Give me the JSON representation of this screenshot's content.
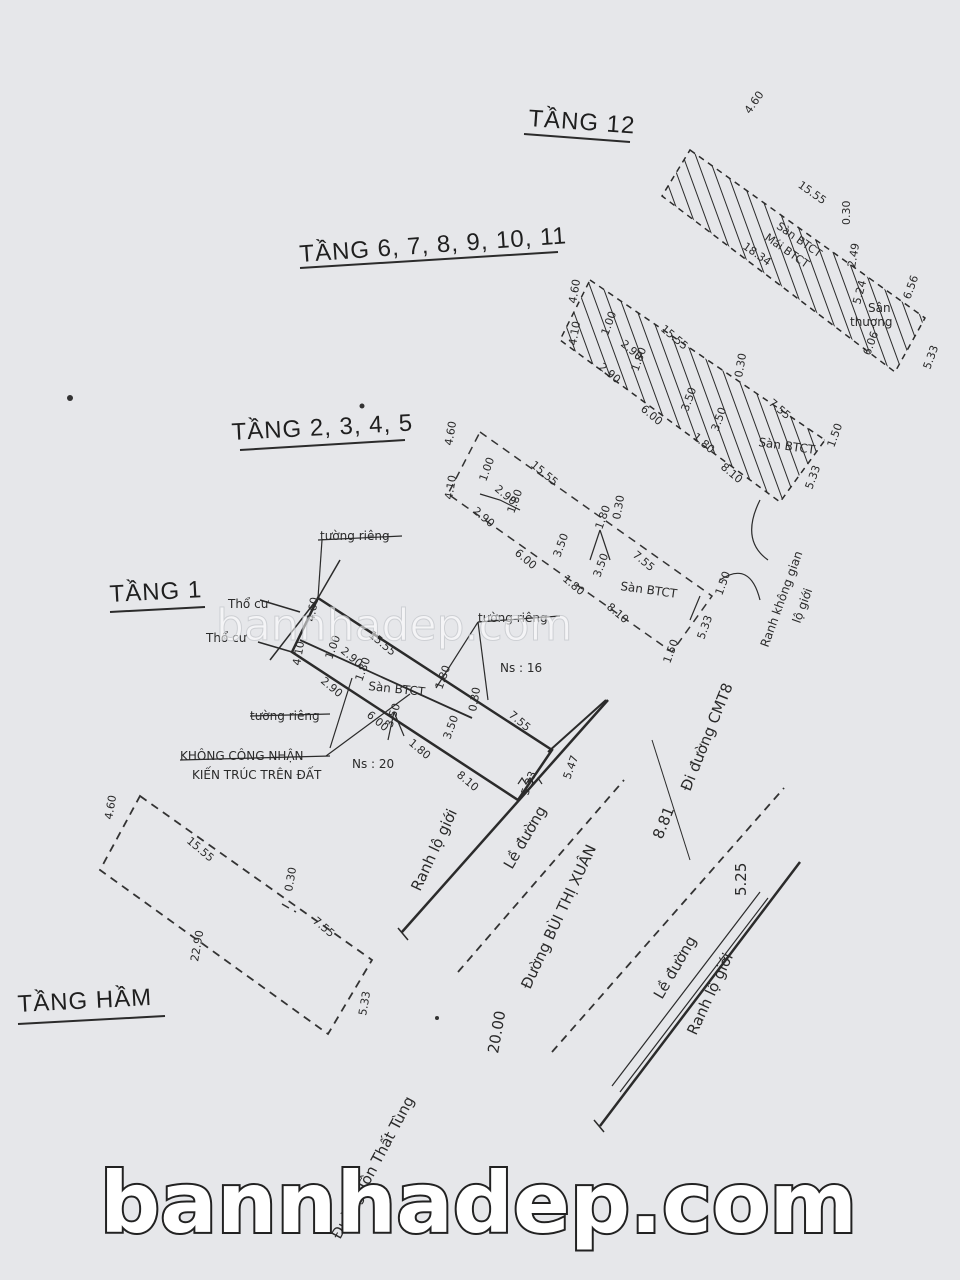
{
  "headers": {
    "tang12": "TẦNG 12",
    "tang6_11": "TẦNG 6, 7, 8, 9, 10, 11",
    "tang2_5": "TẦNG 2, 3, 4, 5",
    "tang1": "TẦNG 1",
    "tangham": "TẦNG HẦM"
  },
  "floor12": {
    "d1": "4.60",
    "d2": "15.55",
    "d3": "0.30",
    "d4": "2.49",
    "d5": "18.34",
    "d6": "5.24",
    "d7": "6.56",
    "d8": "6.06",
    "d9": "5.33",
    "san_btct": "Sàn BTCT",
    "mai_btct": "Mái BTCT",
    "san_thuong_1": "Sân",
    "san_thuong_2": "thượng"
  },
  "floor6_11": {
    "d1": "4.60",
    "d2": "4.10",
    "d3": "15.55",
    "d4": "1.00",
    "d5": "2.90",
    "d6": "1.80",
    "d7": "2.90",
    "d8": "0.30",
    "d9": "3.50",
    "d10": "3.50",
    "d11": "6.00",
    "d12": "1.80",
    "d13": "7.55",
    "d14": "8.10",
    "d15": "5.33",
    "d16": "1.50",
    "san": "Sàn BTCT"
  },
  "floor2_5": {
    "d1": "4.60",
    "d2": "4.10",
    "d3": "15.55",
    "d4": "1.00",
    "d5": "2.90",
    "d6": "1.80",
    "d7": "2.90",
    "d8": "1.80",
    "d9": "0.30",
    "d10": "3.50",
    "d11": "3.50",
    "d12": "6.00",
    "d13": "1.80",
    "d14": "7.55",
    "d15": "8.10",
    "d16": "5.33",
    "d17": "1.50",
    "d18": "1.50",
    "san": "Sàn BTCT",
    "ranh_1": "Ranh không gian",
    "ranh_2": "lộ giới"
  },
  "floor1": {
    "tuong_rieng_top": "tường riêng",
    "tho_cu_1": "Thổ cư",
    "tho_cu_2": "Thổ cư",
    "tuong_rieng_right": "tường riêng",
    "tuong_rieng_left": "tường riêng",
    "khong_1": "KHÔNG CÔNG NHẬN",
    "khong_2": "KIẾN TRÚC TRÊN ĐẤT",
    "ns16": "Ns : 16",
    "ns20": "Ns : 20",
    "d1": "4.60",
    "d2": "4.10",
    "d3": "15.55",
    "d4": "1.00",
    "d5": "2.90",
    "d6": "1.80",
    "d7": "2.90",
    "d8": "1.80",
    "d9": "0.30",
    "d10": "3.50",
    "d11": "3.50",
    "d12": "6.00",
    "d13": "1.80",
    "d14": "7.55",
    "d15": "8.10",
    "d16": "5.33",
    "d17": "5.47",
    "san": "Sàn BTCT"
  },
  "basement": {
    "d1": "4.60",
    "d2": "15.55",
    "d3": "0.30",
    "d4": "7.55",
    "d5": "22.90",
    "d6": "5.33"
  },
  "streets": {
    "ranh_lo_gioi_left": "Ranh lộ giới",
    "le_duong_left": "Lề đường",
    "di_duong": "Đi đường CMT8",
    "duong_bui": "Đường BÙI THỊ XUÂN",
    "d_881": "8.81",
    "d_525": "5.25",
    "le_duong_right": "Lề đường",
    "ranh_lo_gioi_right": "Ranh lộ giới",
    "d_2000": "20.00",
    "duong_tung": "Đường Tôn Thất Tùng"
  },
  "watermark": {
    "small": "bannhadep.com",
    "big": "bannhadep.com"
  }
}
